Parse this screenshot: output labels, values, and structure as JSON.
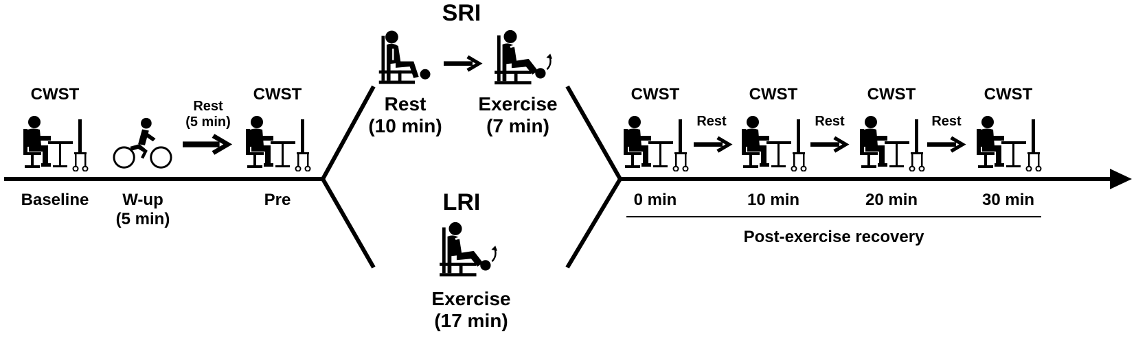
{
  "labels": {
    "baseline": "Baseline",
    "wup": "W-up",
    "wup_duration": "(5 min)",
    "rest_label": "Rest",
    "rest_duration": "(5 min)",
    "pre": "Pre",
    "cwst": "CWST",
    "sri": "SRI",
    "lri": "LRI",
    "sri_rest": "Rest",
    "sri_rest_duration": "(10 min)",
    "sri_exercise": "Exercise",
    "sri_exercise_duration": "(7 min)",
    "lri_exercise": "Exercise",
    "lri_exercise_duration": "(17 min)",
    "post_rest": "Rest",
    "t0": "0 min",
    "t10": "10 min",
    "t20": "20 min",
    "t30": "30 min",
    "recovery": "Post-exercise recovery"
  },
  "icons": {
    "desk": "person-at-desk-icon",
    "cycling": "cycling-person-icon",
    "rest_chair": "resting-in-leg-extension-chair-icon",
    "exercise_chair": "exercising-in-leg-extension-chair-icon",
    "arrow": "right-arrow-icon"
  },
  "colors": {
    "ink": "#000000",
    "background": "#ffffff"
  }
}
